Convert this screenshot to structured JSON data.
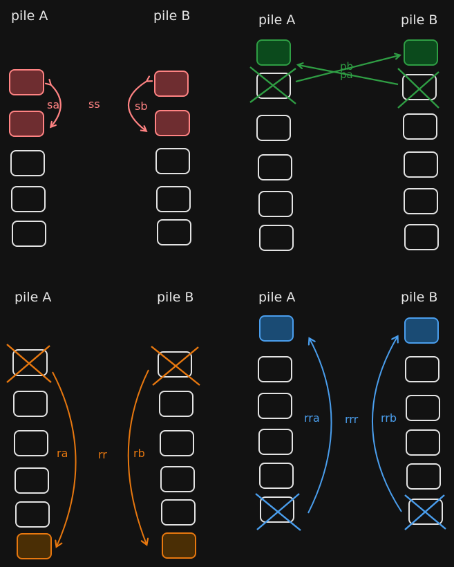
{
  "colors": {
    "background": "#121212",
    "box_stroke": "#e3e3e3",
    "swap": "#ff8383",
    "swap_fill": "#6e2d30",
    "push": "#2f9e44",
    "push_fill": "#0b4a1c",
    "rotate": "#e8780f",
    "rotate_fill": "#4a2e05",
    "reverse_rotate": "#4a9eed",
    "reverse_rotate_fill": "#1a4b74"
  },
  "panels": {
    "swap": {
      "pile_a_label": "pile A",
      "pile_b_label": "pile B",
      "op_a": "sa",
      "op_both": "ss",
      "op_b": "sb"
    },
    "push": {
      "pile_a_label": "pile A",
      "pile_b_label": "pile B",
      "op_b": "pb",
      "op_a": "pa"
    },
    "rotate": {
      "pile_a_label": "pile A",
      "pile_b_label": "pile B",
      "op_a": "ra",
      "op_both": "rr",
      "op_b": "rb"
    },
    "reverse_rotate": {
      "pile_a_label": "pile A",
      "pile_b_label": "pile B",
      "op_a": "rra",
      "op_both": "rrr",
      "op_b": "rrb"
    }
  }
}
